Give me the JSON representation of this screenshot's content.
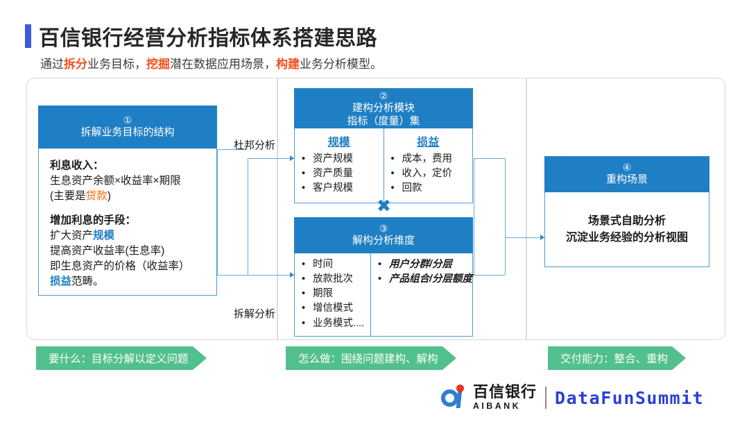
{
  "header": {
    "title": "百信银行经营分析指标体系搭建思路",
    "subtitle_parts": [
      {
        "t": "通过",
        "hl": false
      },
      {
        "t": "拆分",
        "hl": true
      },
      {
        "t": "业务目标，",
        "hl": false
      },
      {
        "t": "挖掘",
        "hl": true
      },
      {
        "t": "潜在数据应用场景，",
        "hl": false
      },
      {
        "t": "构建",
        "hl": true
      },
      {
        "t": "业务分析模型。",
        "hl": false
      }
    ],
    "accent_color": "#3b5bdb",
    "highlight_color": "#f4511e"
  },
  "box1": {
    "number": "①",
    "head": "拆解业务目标的结构",
    "section1_title": "利息收入：",
    "section1_line1": "生息资产余额×收益率×期限",
    "section1_line2_pre": "(主要是",
    "section1_line2_hl": "贷款",
    "section1_line2_post": ")",
    "section2_title": "增加利息的手段：",
    "section2_line1_pre": "扩大资产",
    "section2_line1_hl": "规模",
    "section2_line2": "提高资产收益率(生息率)",
    "section2_line3": "即生息资产的价格（收益率）",
    "section2_line4_hl": "损益",
    "section2_line4_post": "范畴。"
  },
  "box2": {
    "number": "②",
    "head_line1": "建构分析模块",
    "head_line2": "指标（度量）集",
    "col_left_title": "规模",
    "col_left_items": [
      "资产规模",
      "资产质量",
      "客户规模"
    ],
    "col_right_title": "损益",
    "col_right_items": [
      "成本，费用",
      "收入，定价",
      "回款"
    ]
  },
  "operator": "✖",
  "box3": {
    "number": "③",
    "head": "解构分析维度",
    "col_left_items": [
      "时间",
      "放款批次",
      "期限",
      "增信模式",
      "业务模式...."
    ],
    "col_right_items": [
      "用户分群/分层",
      "产品组合/分层额度"
    ]
  },
  "box4": {
    "number": "④",
    "head": "重构场景",
    "body_line1": "场景式自助分析",
    "body_line2": "沉淀业务经验的分析视图"
  },
  "connectors": {
    "dupont_label": "杜邦分析",
    "split_label": "拆解分析"
  },
  "banners": [
    {
      "text": "要什么：目标分解以定义问题"
    },
    {
      "text": "怎么做：围绕问题建构、解构"
    },
    {
      "text": "交付能力：整合、重构"
    }
  ],
  "footer": {
    "bank_cn": "百信银行",
    "bank_en": "AIBANK",
    "brand": "DataFunSummit"
  },
  "colors": {
    "box_header_blue": "#1f7fc4",
    "box_border_blue": "#4a9ad4",
    "banner_green": "#52c08c",
    "brand_blue": "#2b3fd6"
  }
}
